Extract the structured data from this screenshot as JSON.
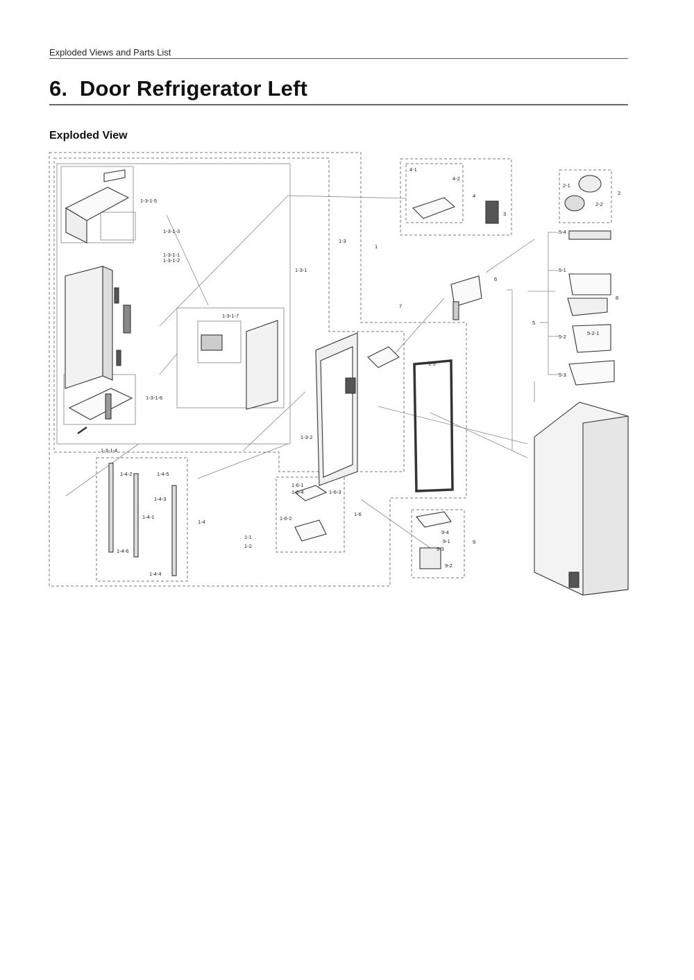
{
  "header": {
    "running_head": "Exploded Views and Parts List"
  },
  "chapter": {
    "number": "6.",
    "title": "Door Refrigerator Left"
  },
  "section": {
    "title": "Exploded View"
  },
  "callouts": {
    "c1": "1",
    "c1_1": "1-1",
    "c1_2": "1-2",
    "c1_3": "1-3",
    "c1_3_1": "1-3-1",
    "c1_3_1_1": "1-3-1-1",
    "c1_3_1_2": "1-3-1-2",
    "c1_3_1_3": "1-3-1-3",
    "c1_3_1_4": "1-3-1-4",
    "c1_3_1_5": "1-3-1-5",
    "c1_3_1_6": "1-3-1-6",
    "c1_3_1_7": "1-3-1-7",
    "c1_3_2": "1-3-2",
    "c1_4": "1-4",
    "c1_4_1": "1-4-1",
    "c1_4_2": "1-4-2",
    "c1_4_3": "1-4-3",
    "c1_4_4": "1-4-4",
    "c1_4_5": "1-4-5",
    "c1_4_6": "1-4-6",
    "c1_5": "1-5",
    "c1_6": "1-6",
    "c1_6_1": "1-6-1",
    "c1_6_2": "1-6-2",
    "c1_6_3": "1-6-3",
    "c1_6_4": "1-6-4",
    "c2": "2",
    "c2_1": "2-1",
    "c2_2": "2-2",
    "c3": "3",
    "c4": "4",
    "c4_1": "4-1",
    "c4_2": "4-2",
    "c5": "5",
    "c5_1": "5-1",
    "c5_2": "5-2",
    "c5_2_1": "5-2-1",
    "c5_3": "5-3",
    "c5_4": "5-4",
    "c6": "6",
    "c7": "7",
    "c8": "8",
    "c9": "9",
    "c9_1": "9-1",
    "c9_2": "9-2",
    "c9_3": "9-3",
    "c9_4": "9-4"
  }
}
